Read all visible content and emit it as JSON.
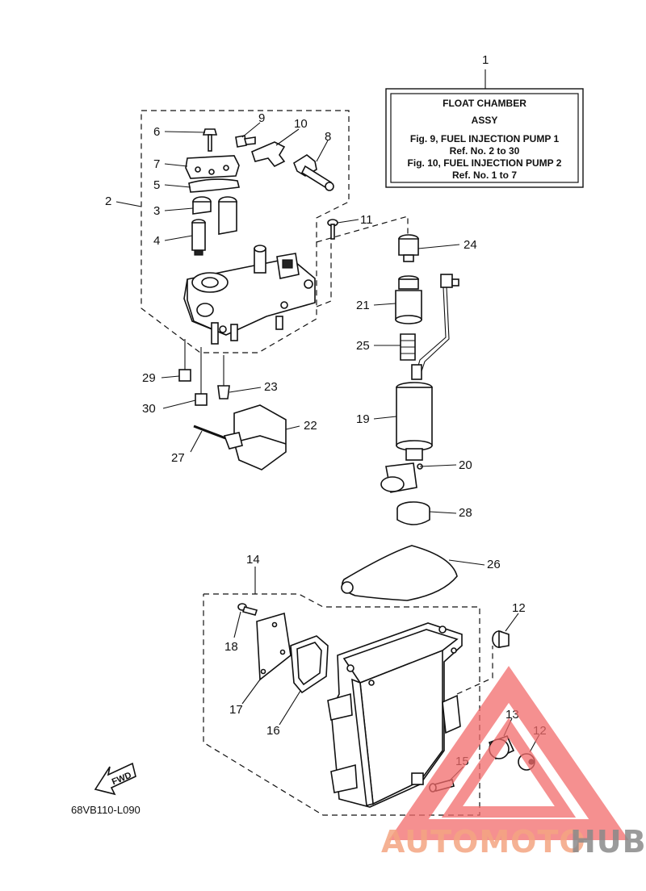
{
  "info_box": {
    "ref_number": "1",
    "title": "FLOAT CHAMBER",
    "subtitle": "ASSY",
    "line1": "Fig. 9, FUEL INJECTION PUMP 1",
    "line2": "Ref. No. 2 to 30",
    "line3": "Fig. 10, FUEL INJECTION PUMP 2",
    "line4": "Ref. No. 1 to 7"
  },
  "callouts": {
    "c2": "2",
    "c3": "3",
    "c4": "4",
    "c5": "5",
    "c6": "6",
    "c7": "7",
    "c8": "8",
    "c9": "9",
    "c10": "10",
    "c11": "11",
    "c12a": "12",
    "c12b": "12",
    "c13": "13",
    "c14": "14",
    "c15": "15",
    "c16": "16",
    "c17": "17",
    "c18": "18",
    "c19": "19",
    "c20": "20",
    "c21": "21",
    "c22": "22",
    "c23": "23",
    "c24": "24",
    "c25": "25",
    "c26": "26",
    "c27": "27",
    "c28": "28",
    "c29": "29",
    "c30": "30"
  },
  "fwd_label": "FWD",
  "diagram_code": "68VB110-L090",
  "watermark": {
    "part1": "AUTOMOTO",
    "part2": "HUB",
    "color_primary": "#f4a582",
    "color_secondary": "#8a8a8a",
    "triangle_color": "#f26b6b"
  }
}
